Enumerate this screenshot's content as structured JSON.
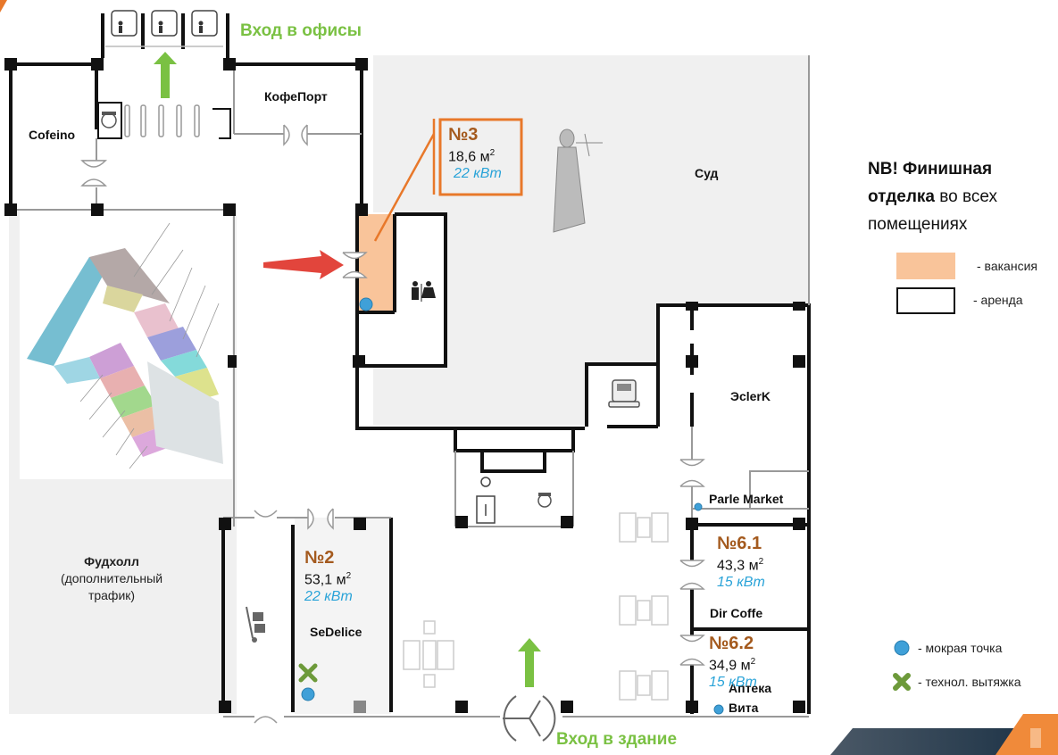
{
  "entrances": {
    "offices": "Вход в офисы",
    "building": "Вход в здание"
  },
  "rooms": {
    "cofeino": "Cofeino",
    "kofeport": "КофеПорт",
    "sud": "Суд",
    "eclerk": "ЭclerK",
    "parle_market": "Parle Market",
    "dir_coffe": "Dir Coffe",
    "apteka_line1": "Аптека",
    "apteka_line2": "Вита",
    "sedelice": "SeDelice",
    "foodhall_title": "Фудхолл",
    "foodhall_sub1": "(дополнительный",
    "foodhall_sub2": "трафик)"
  },
  "units": [
    {
      "id": "unit-3",
      "number": "№3",
      "area": "18,6 м",
      "area_sup": "2",
      "power": "22 кВт",
      "status": "vacancy"
    },
    {
      "id": "unit-2",
      "number": "№2",
      "area": "53,1 м",
      "area_sup": "2",
      "power": "22 кВт",
      "status": "rent"
    },
    {
      "id": "unit-6-1",
      "number": "№6.1",
      "area": "43,3 м",
      "area_sup": "2",
      "power": "15 кВт",
      "status": "rent"
    },
    {
      "id": "unit-6-2",
      "number": "№6.2",
      "area": "34,9 м",
      "area_sup": "2",
      "power": "15 кВт",
      "status": "rent"
    }
  ],
  "note": {
    "bold1": "NB! Финишная",
    "bold2": "отделка",
    "normal2": " во всех",
    "line3": "помещениях"
  },
  "legend": {
    "vacancy": "- вакансия",
    "rent": "- аренда",
    "wet_point": "- мокрая точка",
    "exhaust": "- технол. вытяжка"
  },
  "icons": {
    "atm": "ATM",
    "restroom": "restroom-icon"
  },
  "colors": {
    "vacancy": "#f9c49a",
    "accent_orange": "#e8782a",
    "green": "#7ac143",
    "blue": "#29a3d8",
    "unit_number": "#a45a1e",
    "floor_grey": "#f0f0f0",
    "footer_dark": "#2e3e4e"
  }
}
